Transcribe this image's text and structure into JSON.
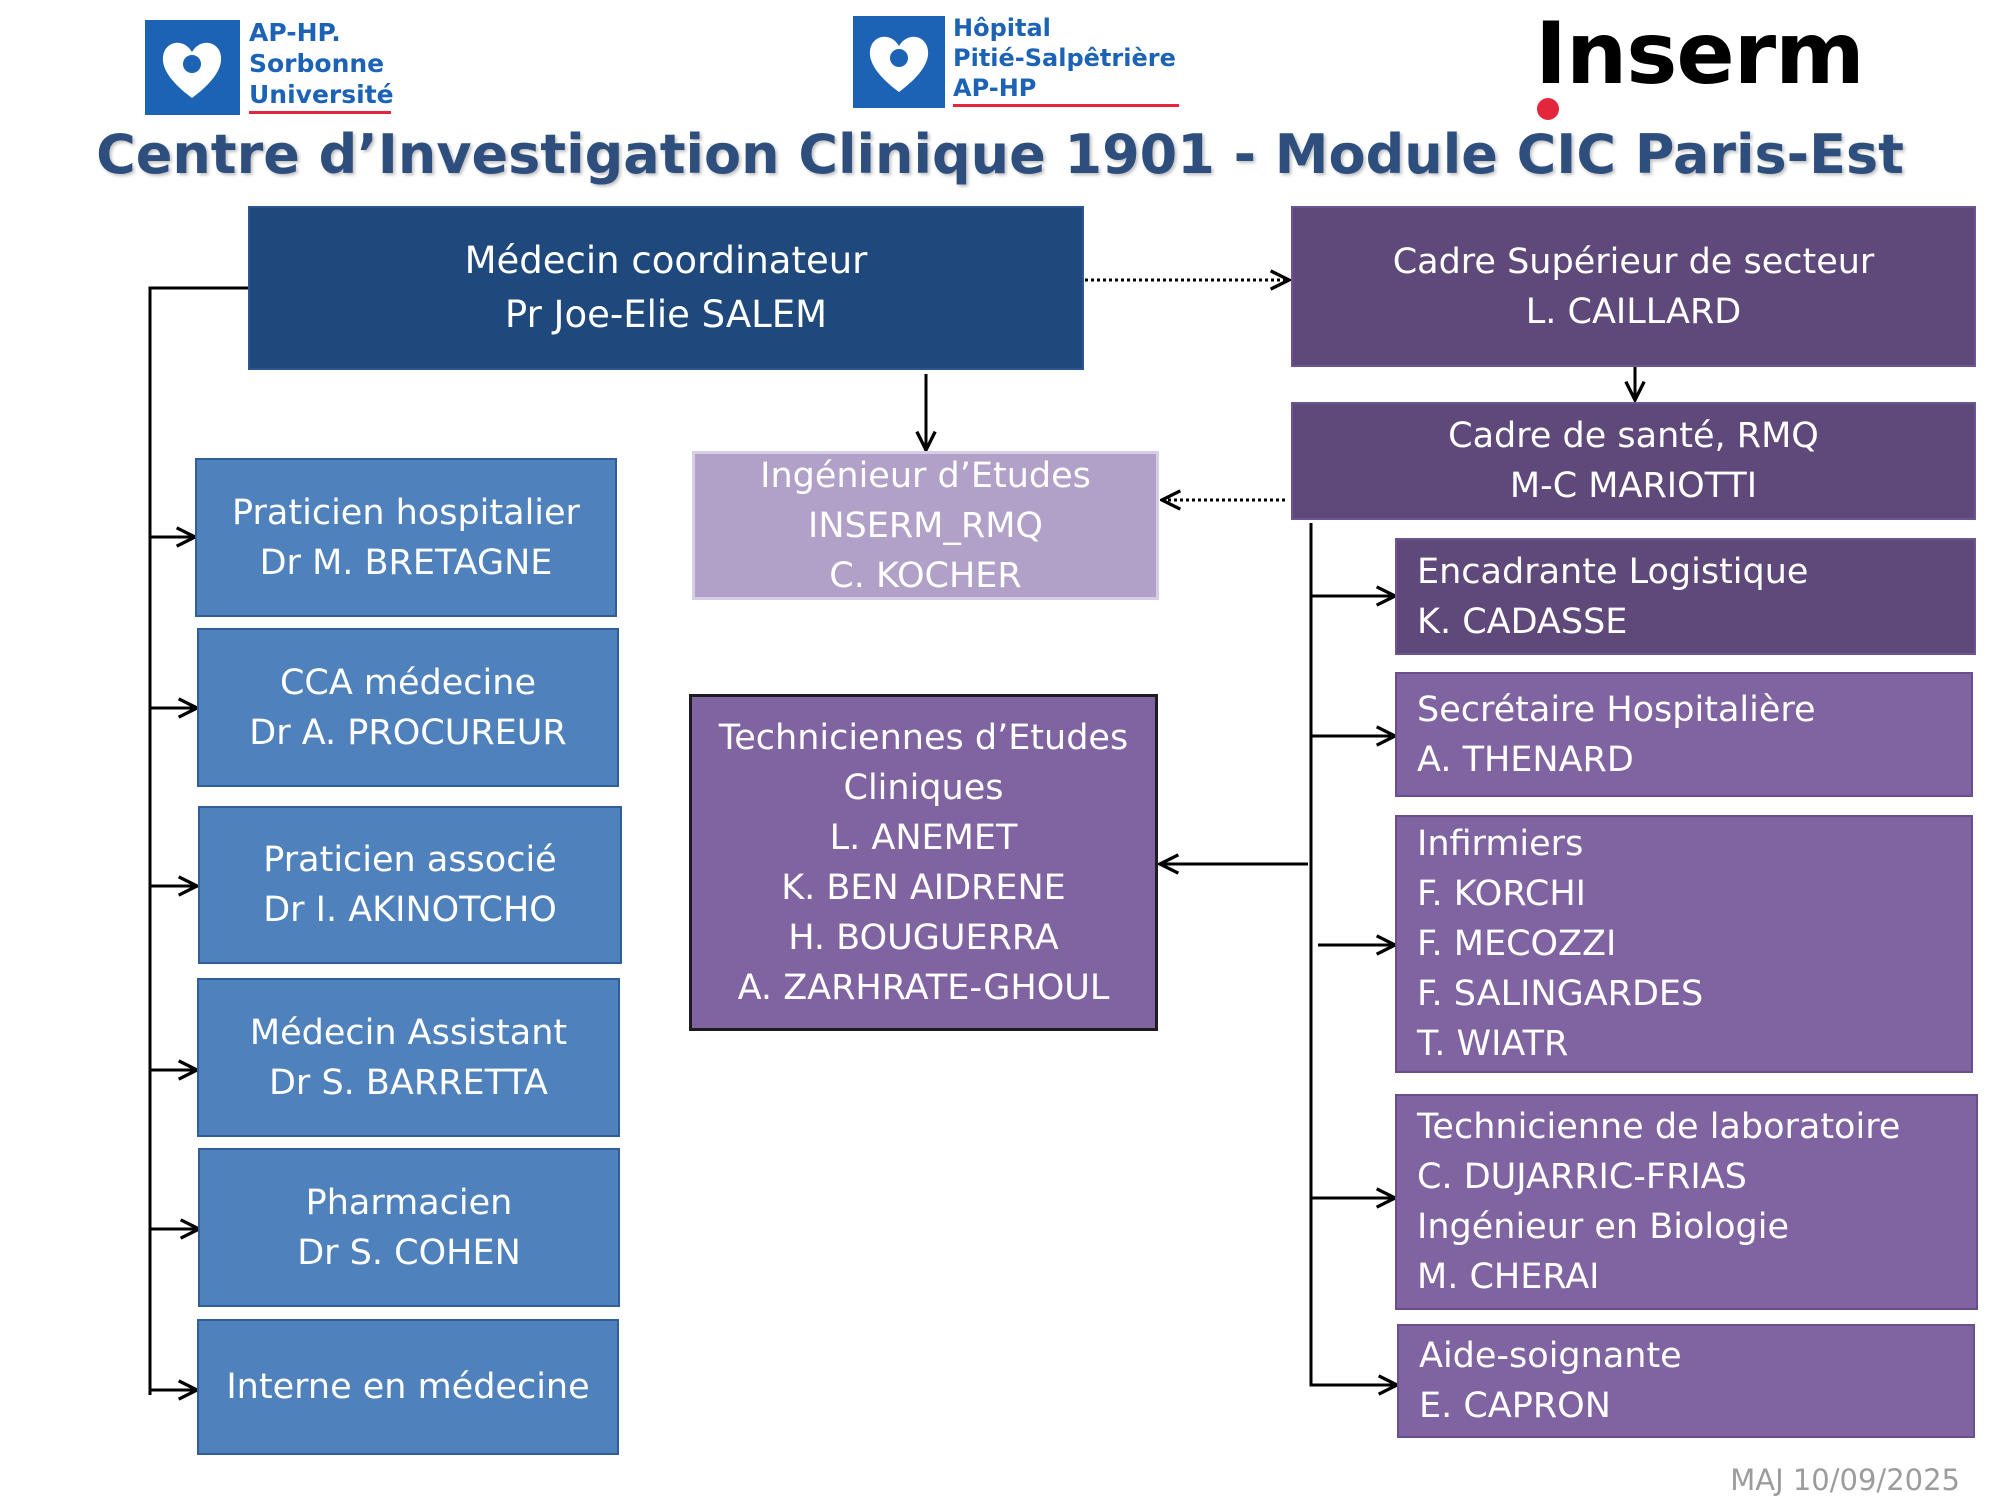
{
  "logos": {
    "aphp_sorbonne": {
      "line1": "AP-HP.",
      "line2": "Sorbonne",
      "line3": "Université"
    },
    "pitie": {
      "line1": "Hôpital",
      "line2": "Pitié-Salpêtrière",
      "line3": "AP-HP"
    },
    "inserm": {
      "text": "Inserm"
    }
  },
  "title": "Centre d’Investigation Clinique 1901 - Module CIC Paris-Est",
  "coordinator": {
    "role": "Médecin coordinateur",
    "name": "Pr Joe-Elie SALEM"
  },
  "cadre_superieur": {
    "role": "Cadre Supérieur de secteur",
    "name": "L. CAILLARD"
  },
  "cadre_sante": {
    "role": "Cadre de santé, RMQ",
    "name": "M-C MARIOTTI"
  },
  "ingenieur": {
    "role": "Ingénieur d’Etudes",
    "line2": "INSERM_RMQ",
    "name": "C. KOCHER"
  },
  "medical_staff": [
    {
      "role": "Praticien hospitalier",
      "name": "Dr M. BRETAGNE"
    },
    {
      "role": "CCA médecine",
      "name": "Dr A. PROCUREUR"
    },
    {
      "role": "Praticien associé",
      "name": "Dr I. AKINOTCHO"
    },
    {
      "role": "Médecin Assistant",
      "name": "Dr S. BARRETTA"
    },
    {
      "role": "Pharmacien",
      "name": "Dr S. COHEN"
    },
    {
      "role": "Interne en médecine"
    }
  ],
  "techniciennes": {
    "role_line1": "Techniciennes d’Etudes",
    "role_line2": "Cliniques",
    "names": [
      "L. ANEMET",
      "K. BEN AIDRENE",
      "H. BOUGUERRA",
      "A. ZARHRATE-GHOUL"
    ]
  },
  "paramedical_staff": [
    {
      "lines": [
        "Encadrante Logistique",
        "K. CADASSE"
      ]
    },
    {
      "lines": [
        "Secrétaire Hospitalière",
        "A. THENARD"
      ]
    },
    {
      "lines": [
        "Infirmiers",
        "F. KORCHI",
        "F. MECOZZI",
        "F. SALINGARDES",
        "T. WIATR"
      ]
    },
    {
      "lines": [
        "Technicienne de laboratoire",
        "C. DUJARRIC-FRIAS",
        "Ingénieur en Biologie",
        "M. CHERAI"
      ]
    },
    {
      "lines": [
        "Aide-soignante",
        "E. CAPRON"
      ]
    }
  ],
  "update_date": "MAJ 10/09/2025",
  "colors": {
    "dark_blue": "#1f497d",
    "blue": "#4f81bd",
    "dark_purple": "#5f497a",
    "purple": "#8064a2",
    "lilac": "#b1a0c7",
    "title": "#2e4f7d",
    "logo_blue": "#1c63b6",
    "logo_red": "#e3263b"
  }
}
